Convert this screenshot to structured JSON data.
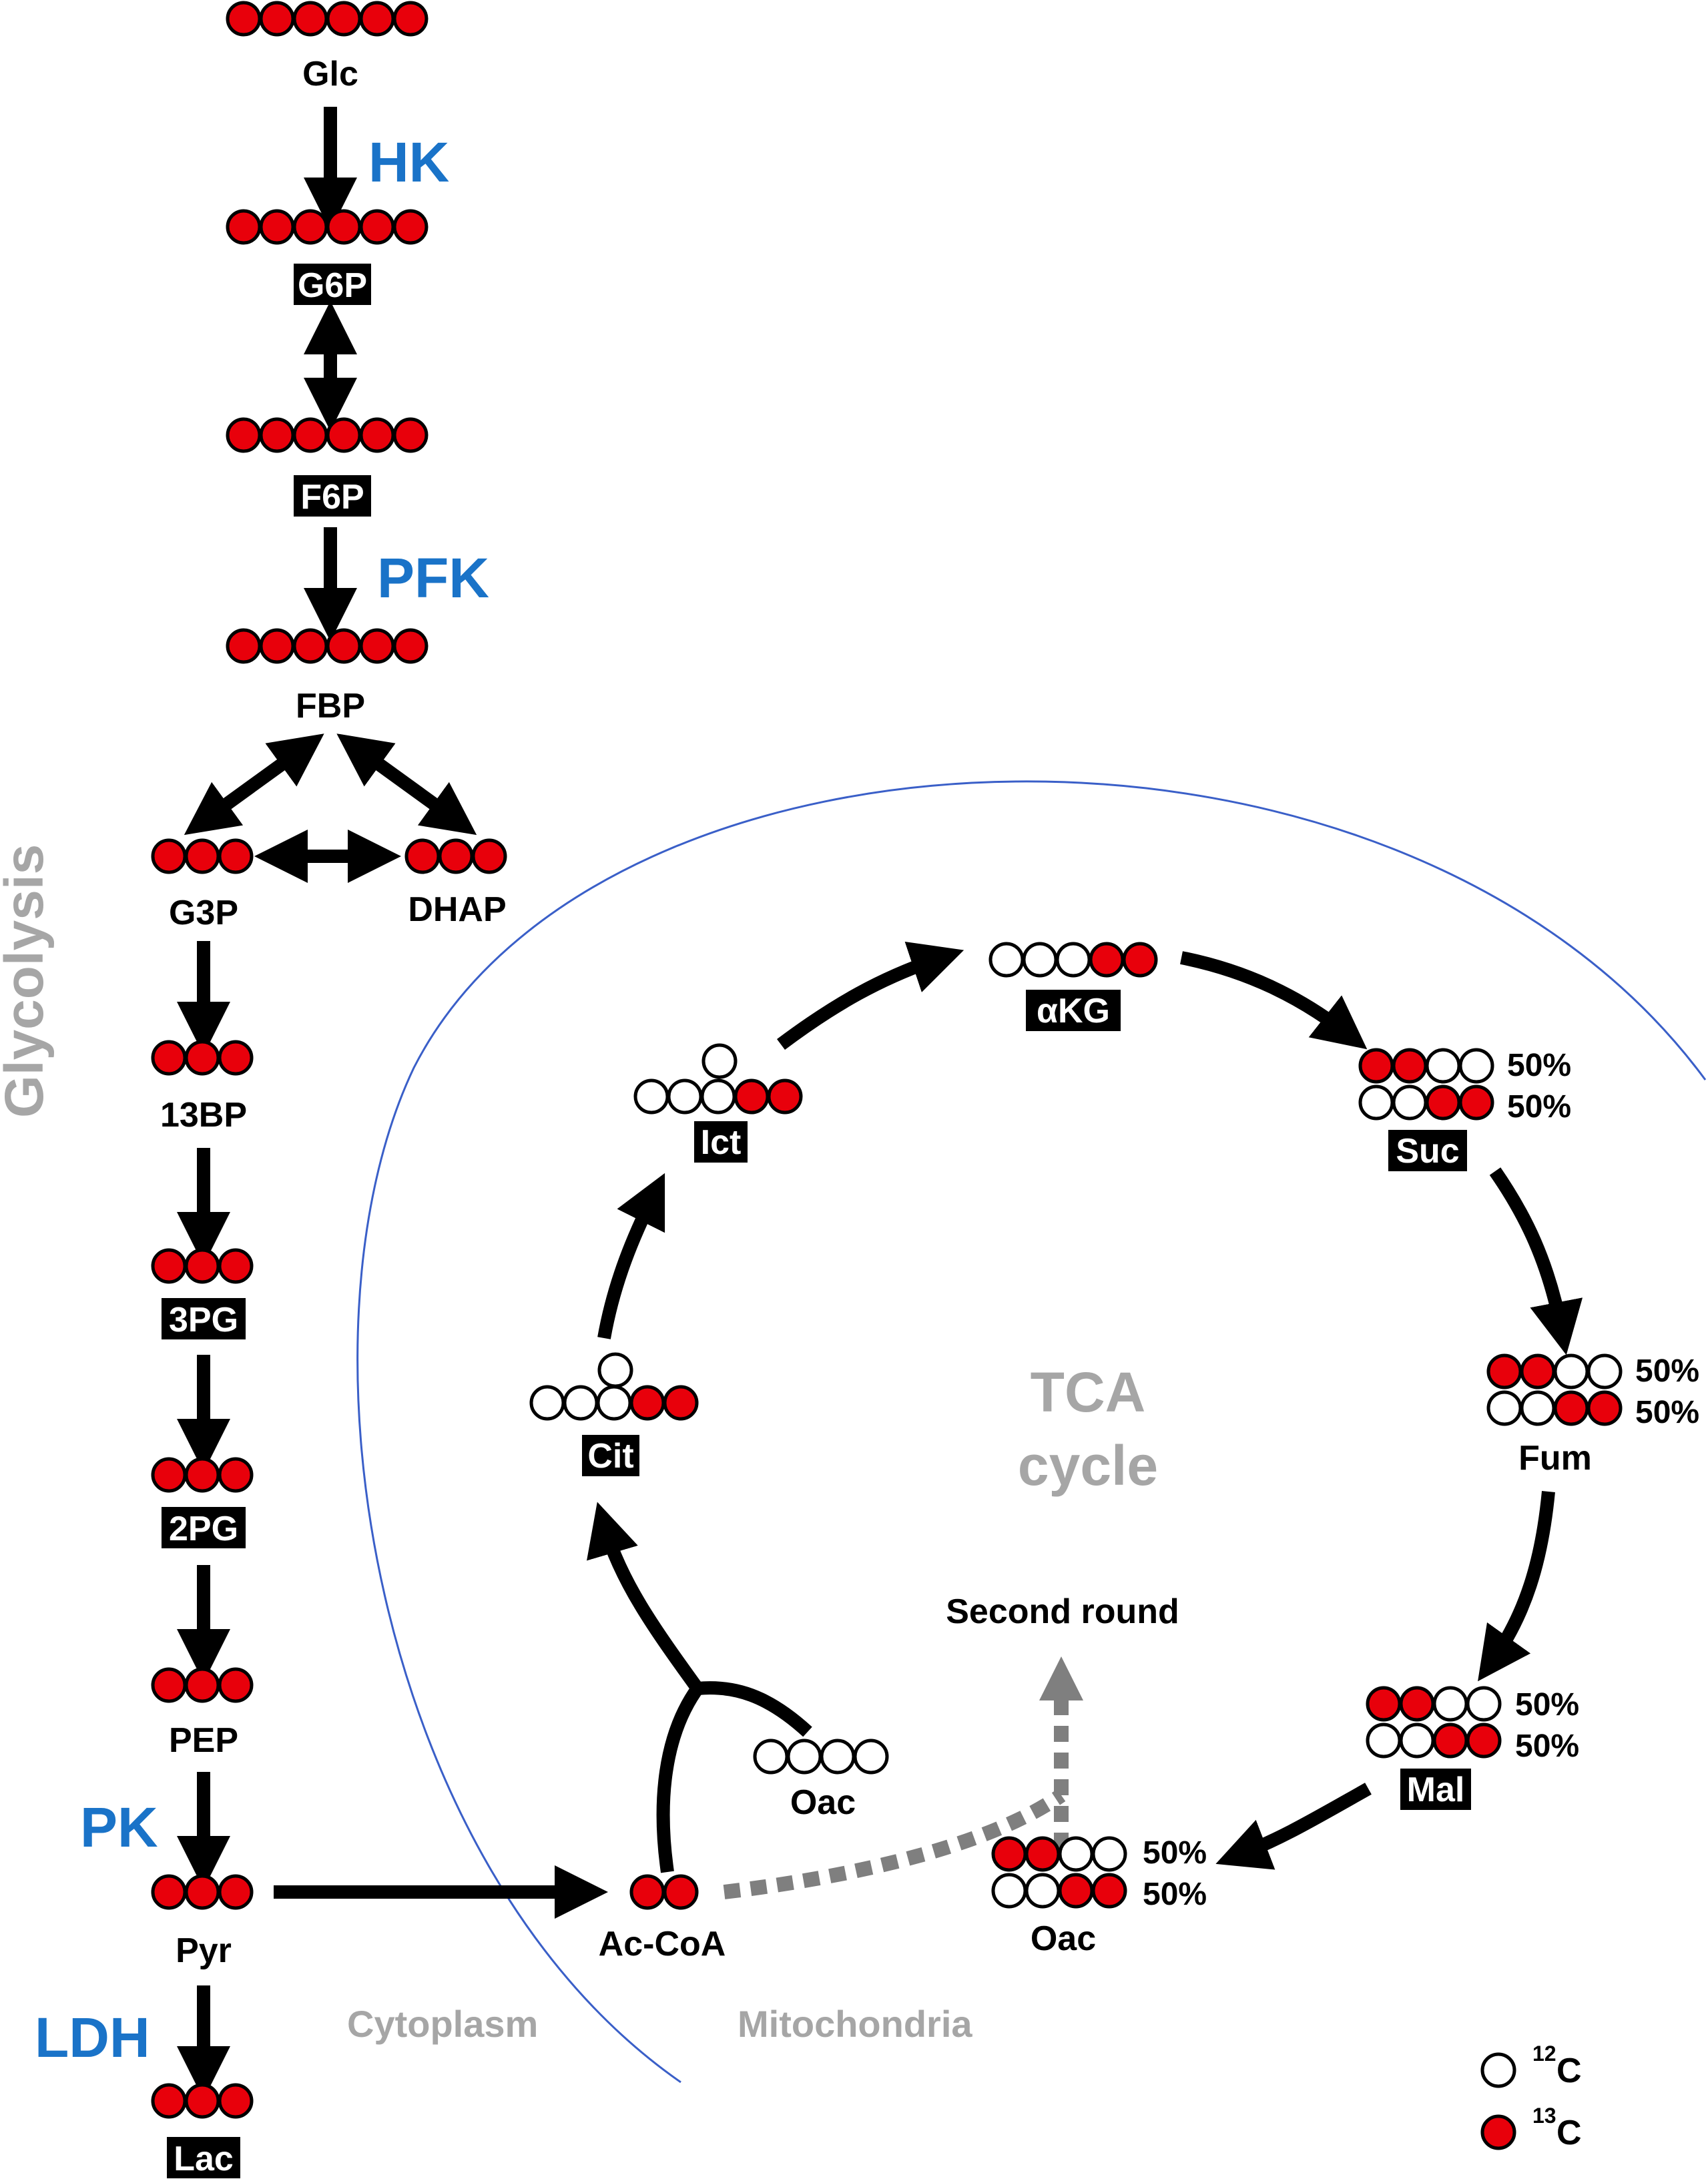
{
  "colors": {
    "c13": "#e8000b",
    "c12": "#ffffff",
    "enzyme": "#1a73c8",
    "grey_text": "#a6a6a6",
    "membrane": "#3a5fc8",
    "dotted_arrow": "#7f7f7f"
  },
  "glycolysis": {
    "title": "Glycolysis",
    "metabolites": {
      "glc": "Glc",
      "g6p": "G6P",
      "f6p": "F6P",
      "fbp": "FBP",
      "g3p": "G3P",
      "dhap": "DHAP",
      "bp13": "13BP",
      "pg3": "3PG",
      "pg2": "2PG",
      "pep": "PEP",
      "pyr": "Pyr",
      "lac": "Lac"
    },
    "enzymes": {
      "hk": "HK",
      "pfk": "PFK",
      "pk": "PK",
      "ldh": "LDH"
    }
  },
  "tca": {
    "title_line1": "TCA",
    "title_line2": "cycle",
    "metabolites": {
      "akg": "αKG",
      "suc": "Suc",
      "fum": "Fum",
      "mal": "Mal",
      "oac": "Oac",
      "cit": "Cit",
      "ict": "Ict",
      "acoa": "Ac-CoA",
      "oac_in": "Oac"
    },
    "percent_top": "50%",
    "percent_bottom": "50%",
    "second_round": "Second round"
  },
  "compartments": {
    "cytoplasm": "Cytoplasm",
    "mitochondria": "Mitochondria"
  },
  "legend": {
    "c12_sup": "12",
    "c12_el": "C",
    "c13_sup": "13",
    "c13_el": "C"
  }
}
